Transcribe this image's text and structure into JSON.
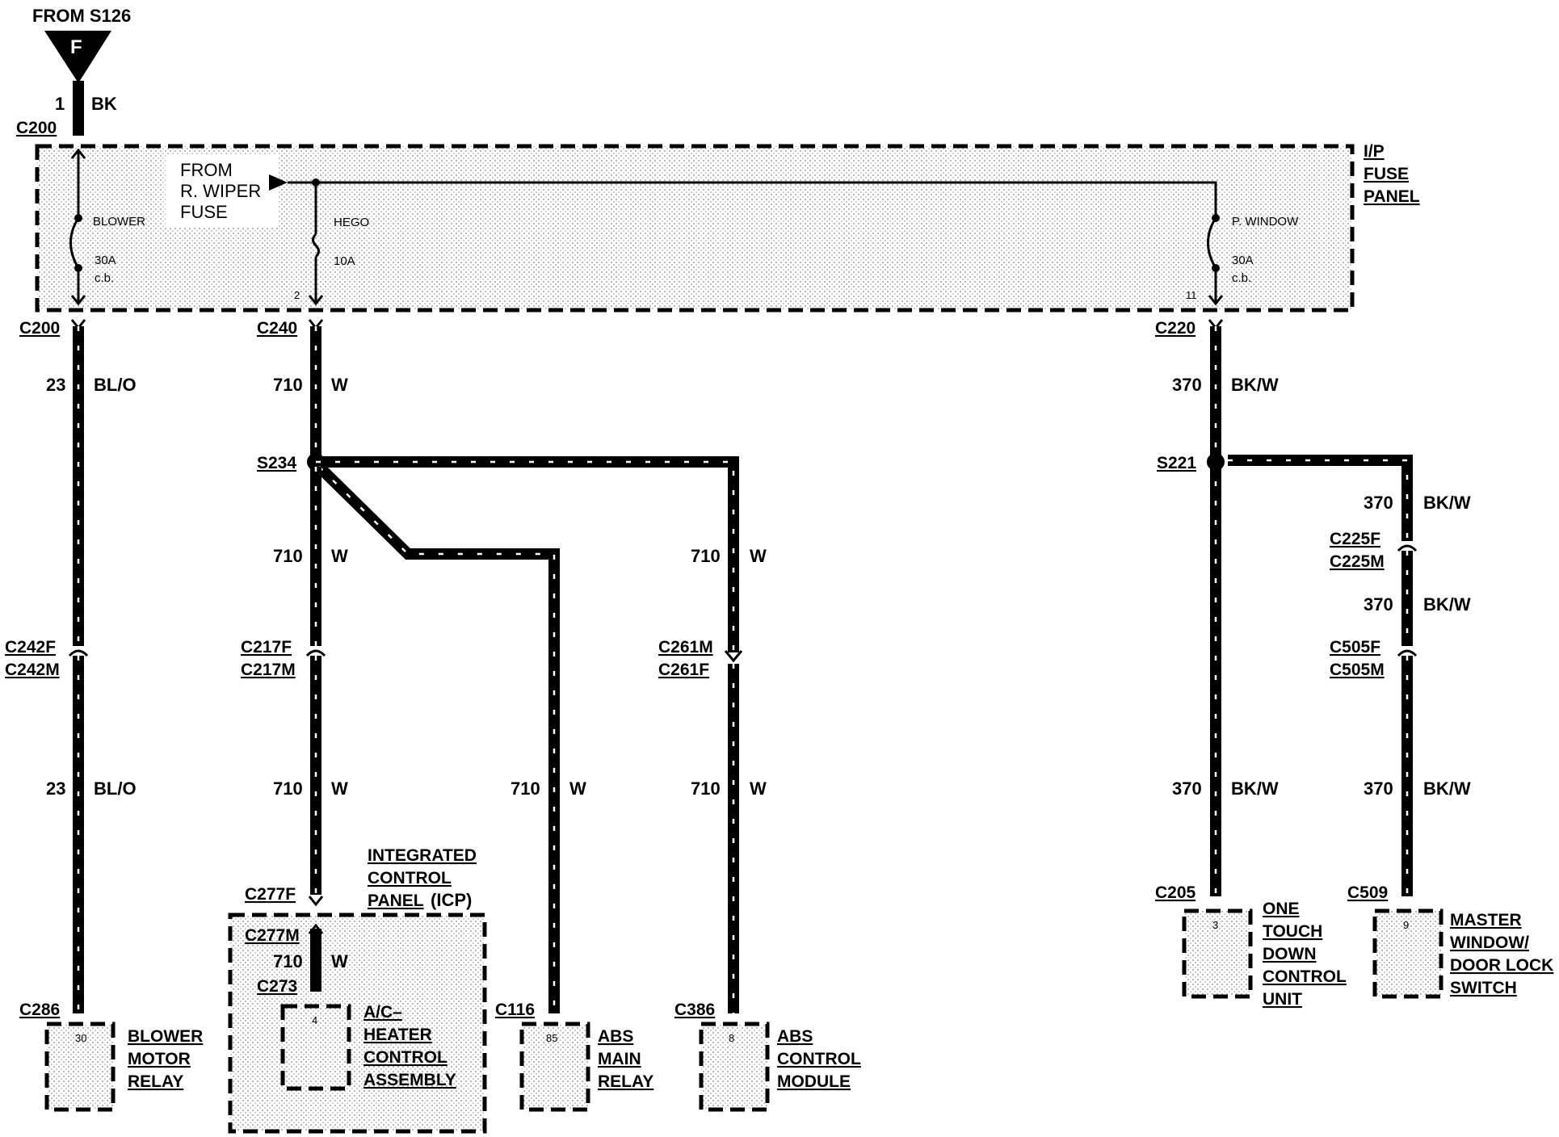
{
  "source": {
    "label": "FROM S126",
    "letter": "F"
  },
  "top_wire": {
    "circuit": "1",
    "color": "BK",
    "connector": "C200"
  },
  "fuse_panel": {
    "name_lines": [
      "I/P",
      "FUSE",
      "PANEL"
    ],
    "wiper_source_lines": [
      "FROM",
      "R. WIPER",
      "FUSE"
    ],
    "blower": {
      "name": "BLOWER",
      "rating": "30A",
      "type": "c.b."
    },
    "hego": {
      "name": "HEGO",
      "rating": "10A",
      "pin": "2"
    },
    "window": {
      "name": "P. WINDOW",
      "rating": "30A",
      "type": "c.b.",
      "pin": "11"
    }
  },
  "branches": {
    "blower": {
      "out_connector": "C200",
      "circuit": "23",
      "color": "BL/O",
      "inline": [
        "C242F",
        "C242M"
      ],
      "end_connector": "C286",
      "pin": "30",
      "component": [
        "BLOWER",
        "MOTOR",
        "RELAY"
      ]
    },
    "hego": {
      "out_connector": "C240",
      "circuit": "710",
      "color": "W",
      "splice": "S234",
      "icp": {
        "inline": [
          "C217F",
          "C217M"
        ],
        "connector_f": "C277F",
        "connector_m": "C277M",
        "connector_inner": "C273",
        "pin": "4",
        "panel_title": [
          "INTEGRATED",
          "CONTROL",
          "PANEL"
        ],
        "panel_suffix": "(ICP)",
        "component": [
          "A/C–",
          "HEATER",
          "CONTROL",
          "ASSEMBLY"
        ]
      },
      "abs_main": {
        "end_connector": "C116",
        "pin": "85",
        "component": [
          "ABS",
          "MAIN",
          "RELAY"
        ]
      },
      "abs_module": {
        "inline": [
          "C261M",
          "C261F"
        ],
        "end_connector": "C386",
        "pin": "8",
        "component": [
          "ABS",
          "CONTROL",
          "MODULE"
        ]
      }
    },
    "window": {
      "out_connector": "C220",
      "circuit": "370",
      "color": "BK/W",
      "splice": "S221",
      "one_touch": {
        "end_connector": "C205",
        "pin": "3",
        "component": [
          "ONE",
          "TOUCH",
          "DOWN",
          "CONTROL",
          "UNIT"
        ]
      },
      "master": {
        "inline_a": [
          "C225F",
          "C225M"
        ],
        "inline_b": [
          "C505F",
          "C505M"
        ],
        "end_connector": "C509",
        "pin": "9",
        "component": [
          "MASTER",
          "WINDOW/",
          "DOOR LOCK",
          "SWITCH"
        ]
      }
    }
  }
}
